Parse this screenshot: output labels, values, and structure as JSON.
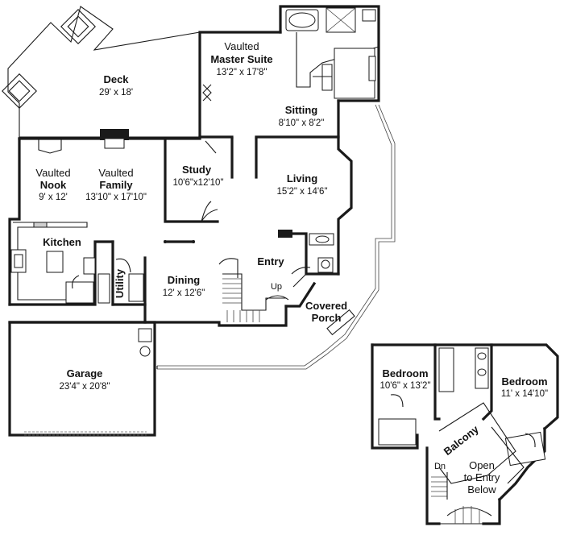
{
  "rooms": {
    "deck": {
      "name": "Deck",
      "dims": "29' x 18'"
    },
    "master": {
      "prefix": "Vaulted",
      "name": "Master Suite",
      "dims": "13'2\" x 17'8\""
    },
    "sitting": {
      "name": "Sitting",
      "dims": "8'10\" x 8'2\""
    },
    "nook": {
      "prefix": "Vaulted",
      "name": "Nook",
      "dims": "9' x 12'"
    },
    "family": {
      "prefix": "Vaulted",
      "name": "Family",
      "dims": "13'10\" x 17'10\""
    },
    "study": {
      "name": "Study",
      "dims": "10'6\"x12'10\""
    },
    "living": {
      "name": "Living",
      "dims": "15'2\" x 14'6\""
    },
    "kitchen": {
      "name": "Kitchen"
    },
    "utility": {
      "name": "Utility"
    },
    "dining": {
      "name": "Dining",
      "dims": "12' x 12'6\""
    },
    "entry": {
      "name": "Entry"
    },
    "porch": {
      "line1": "Covered",
      "line2": "Porch"
    },
    "garage": {
      "name": "Garage",
      "dims": "23'4\" x 20'8\""
    },
    "bedroom_left": {
      "name": "Bedroom",
      "dims": "10'6\" x 13'2\""
    },
    "bedroom_right": {
      "name": "Bedroom",
      "dims": "11' x 14'10\""
    },
    "balcony": {
      "name": "Balcony"
    },
    "open_entry": {
      "line1": "Open",
      "line2": "to Entry",
      "line3": "Below"
    }
  },
  "stairs": {
    "up": "Up",
    "down": "Dn"
  }
}
